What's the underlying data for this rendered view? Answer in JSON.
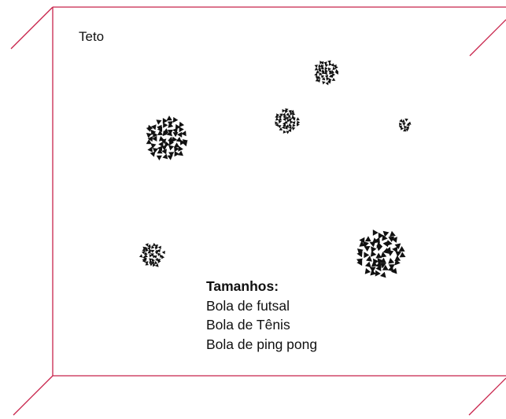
{
  "colors": {
    "frame": "#c8234b",
    "ball": "#111111",
    "text": "#111111",
    "background": "#ffffff"
  },
  "ceiling_label": "Teto",
  "legend": {
    "title": "Tamanhos:",
    "items": [
      "Bola de futsal",
      "Bola de Tênis",
      "Bola de ping pong"
    ]
  },
  "balls": [
    {
      "name": "ball-large-top-left",
      "size": "futsal"
    },
    {
      "name": "ball-large-bottom-right",
      "size": "futsal"
    },
    {
      "name": "ball-medium-top",
      "size": "tenis"
    },
    {
      "name": "ball-medium-center",
      "size": "tenis"
    },
    {
      "name": "ball-medium-bottom-left",
      "size": "tenis"
    },
    {
      "name": "ball-small-right",
      "size": "ping-pong"
    }
  ]
}
